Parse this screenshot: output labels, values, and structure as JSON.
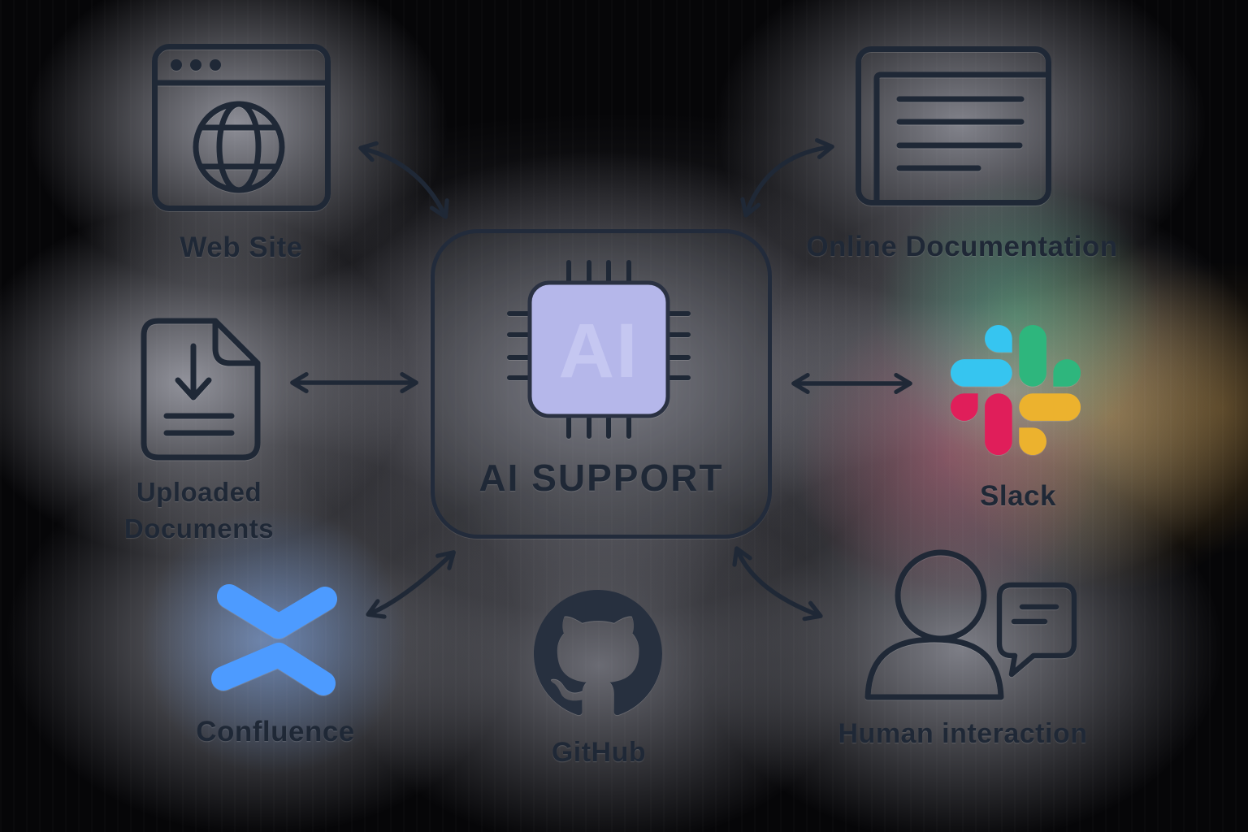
{
  "diagram": {
    "center": {
      "label": "AI SUPPORT",
      "chip_text": "AI"
    },
    "nodes": {
      "web_site": {
        "label": "Web Site"
      },
      "online_documentation": {
        "label": "Online Documentation"
      },
      "uploaded_documents": {
        "label": "Uploaded Documents"
      },
      "slack": {
        "label": "Slack"
      },
      "confluence": {
        "label": "Confluence"
      },
      "github": {
        "label": "GitHub"
      },
      "human_interaction": {
        "label": "Human interaction"
      }
    },
    "connections": [
      {
        "from": "ai-support",
        "to": "web-site",
        "style": "curved-double-arrow"
      },
      {
        "from": "ai-support",
        "to": "online-documentation",
        "style": "curved-double-arrow"
      },
      {
        "from": "ai-support",
        "to": "uploaded-documents",
        "style": "straight-double-arrow"
      },
      {
        "from": "ai-support",
        "to": "slack",
        "style": "straight-double-arrow"
      },
      {
        "from": "ai-support",
        "to": "confluence",
        "style": "curved-double-arrow"
      },
      {
        "from": "ai-support",
        "to": "human-interaction",
        "style": "curved-double-arrow"
      }
    ]
  },
  "colors": {
    "line": "#1f2836",
    "label_text": "#1f2836",
    "chip_fill": "#b5b7ea",
    "chip_glyph": "#c7c9f2",
    "slack_blue": "#36C5F0",
    "slack_green": "#2EB67D",
    "slack_red": "#E01E5A",
    "slack_yellow": "#ECB22E",
    "confluence_blue": "#4D9BFF",
    "github_mark": "#27303F"
  }
}
